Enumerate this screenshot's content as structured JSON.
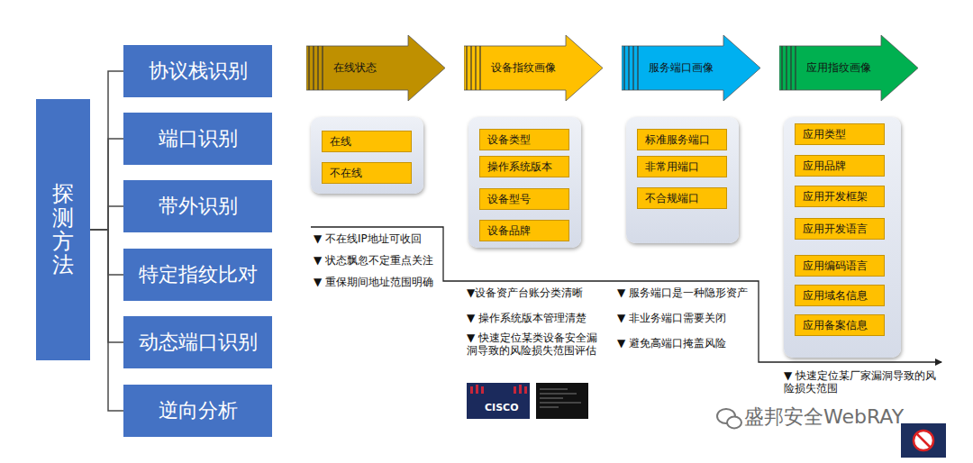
{
  "diagram": {
    "nodes": [
      {
        "text": [
          "探测方法"
        ]
      },
      {
        "text": [
          "协议栈识别"
        ]
      },
      {
        "text": [
          "端口识别"
        ]
      },
      {
        "text": [
          "带外识别"
        ]
      },
      {
        "text": [
          "特定指纹比对"
        ]
      },
      {
        "text": [
          "动态端口识别"
        ]
      },
      {
        "text": [
          "逆向分析"
        ]
      },
      {
        "text": [
          "在线状态"
        ]
      },
      {
        "text": [
          "设备指纹画像"
        ]
      },
      {
        "text": [
          "服务端口画像"
        ]
      },
      {
        "text": [
          "应用指纹画像"
        ]
      },
      {
        "text": []
      },
      {
        "text": [
          "在线"
        ],
        "in": 11
      },
      {
        "text": [
          "不在线"
        ],
        "in": 11
      },
      {
        "text": []
      },
      {
        "text": [
          "设备类型"
        ],
        "in": 14
      },
      {
        "text": [
          "操作系统版本"
        ],
        "in": 14
      },
      {
        "text": [
          "设备型号"
        ],
        "in": 14
      },
      {
        "text": [
          "设备品牌"
        ],
        "in": 14
      },
      {
        "text": []
      },
      {
        "text": [
          "标准服务端口"
        ],
        "in": 19
      },
      {
        "text": [
          "非常用端口"
        ],
        "in": 19
      },
      {
        "text": [
          "不合规端口"
        ],
        "in": 19
      },
      {
        "text": []
      },
      {
        "text": [
          "应用类型"
        ],
        "in": 23
      },
      {
        "text": [
          "应用品牌"
        ],
        "in": 23
      },
      {
        "text": [
          "应用开发框架"
        ],
        "in": 23
      },
      {
        "text": [
          "应用开发语言"
        ],
        "in": 23
      },
      {
        "text": [
          "应用编码语言"
        ],
        "in": 23
      },
      {
        "text": [
          "应用域名信息"
        ],
        "in": 23
      },
      {
        "text": [
          "应用备案信息"
        ],
        "in": 23
      }
    ],
    "edges": [
      {
        "from": 0,
        "to": 1,
        "arrow": "none"
      },
      {
        "from": 0,
        "to": 2,
        "arrow": "none"
      },
      {
        "from": 0,
        "to": 3,
        "arrow": "none"
      },
      {
        "from": 0,
        "to": 4,
        "arrow": "none"
      },
      {
        "from": 0,
        "to": 5,
        "arrow": "none"
      },
      {
        "from": 0,
        "to": 6,
        "arrow": "none"
      }
    ],
    "labels": [
      "▼ 不在线IP地址可收回",
      "▼ 状态飘忽不定重点关注",
      "▼ 重保期间地址范围明确",
      "▼设备资产台账分类清晰",
      "▼ 操作系统版本管理清楚",
      "▼ 快速定位某类设备安全漏洞导致的风险损失范围评估",
      "▼ 服务端口是一种隐形资产",
      "▼ 非业务端口需要关闭",
      "▼ 避免高端口掩盖风险",
      "▼ 快速定位某厂家漏洞导致的风险损失范围",
      "CISCO",
      "盛邦安全WebRAY"
    ]
  }
}
